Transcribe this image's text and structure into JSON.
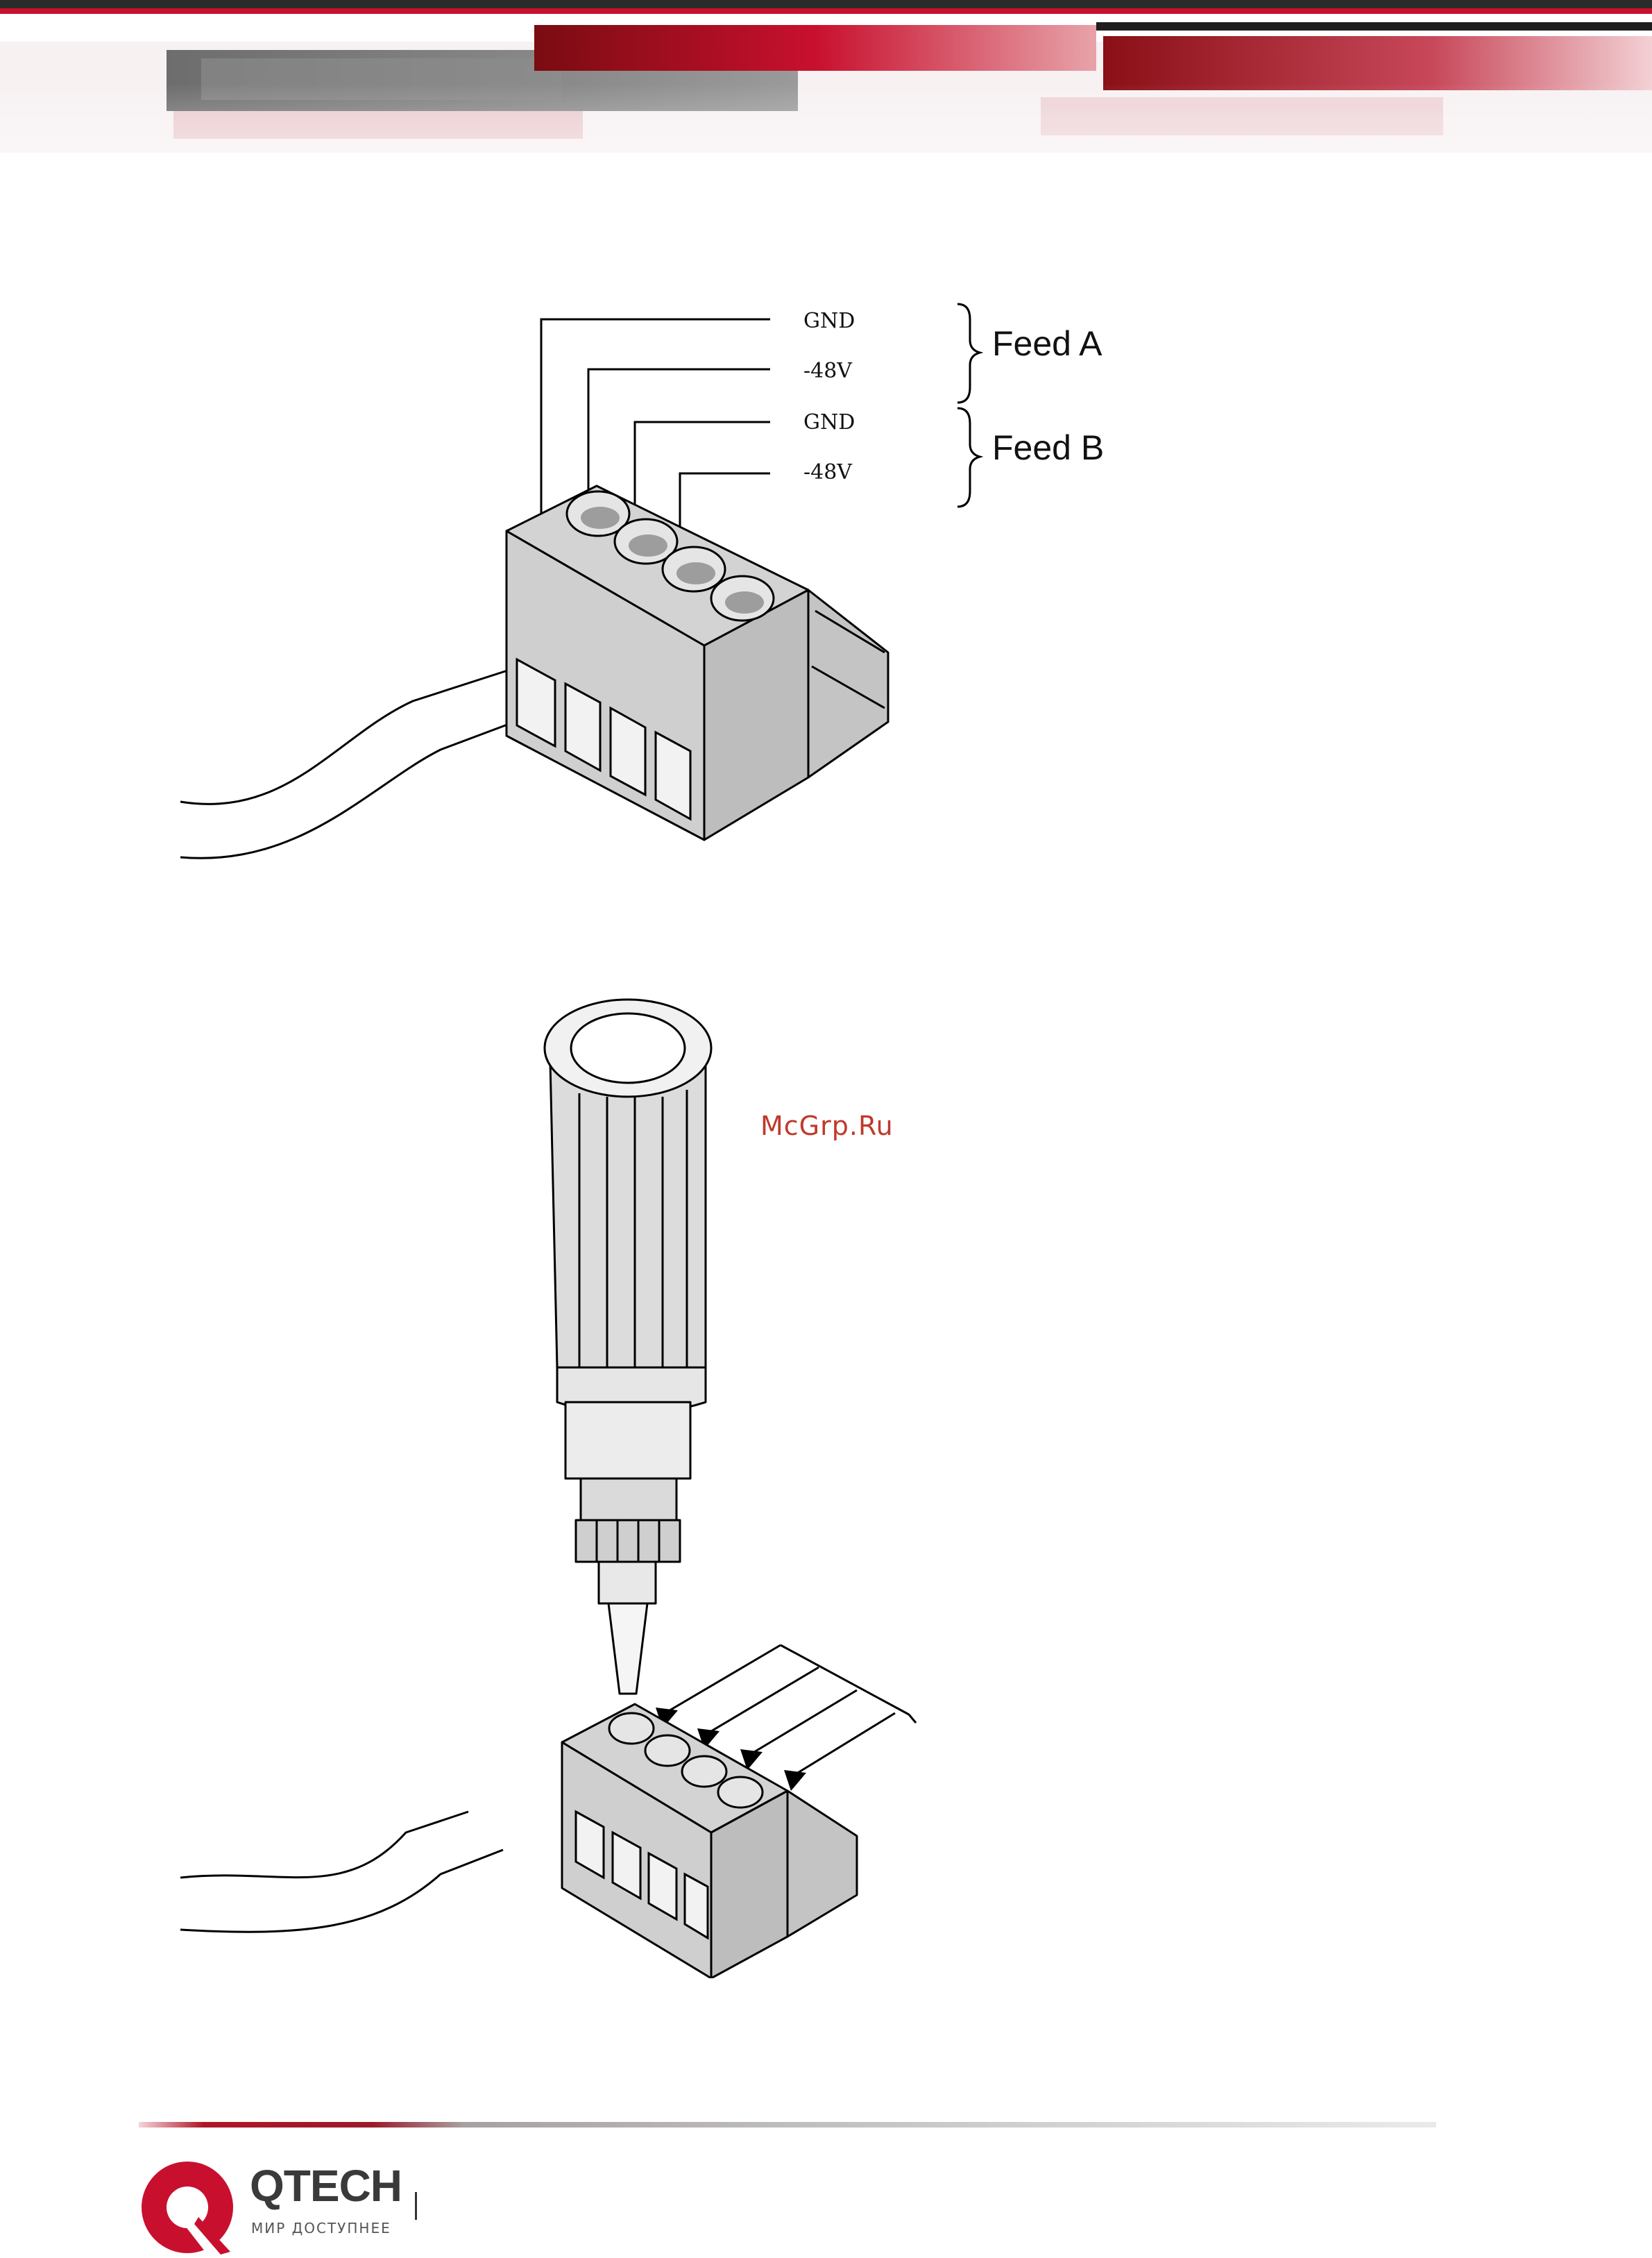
{
  "figure1": {
    "wire_labels": [
      "GND",
      "-48V",
      "GND",
      "-48V"
    ],
    "feed_labels": [
      "Feed A",
      "Feed B"
    ]
  },
  "watermark": "McGrp.Ru",
  "brand": {
    "name": "QTECH",
    "tagline": "МИР ДОСТУПНЕЕ"
  },
  "colors": {
    "brand_red": "#c8102e",
    "dark_red": "#8a0f16",
    "line": "#000000"
  }
}
